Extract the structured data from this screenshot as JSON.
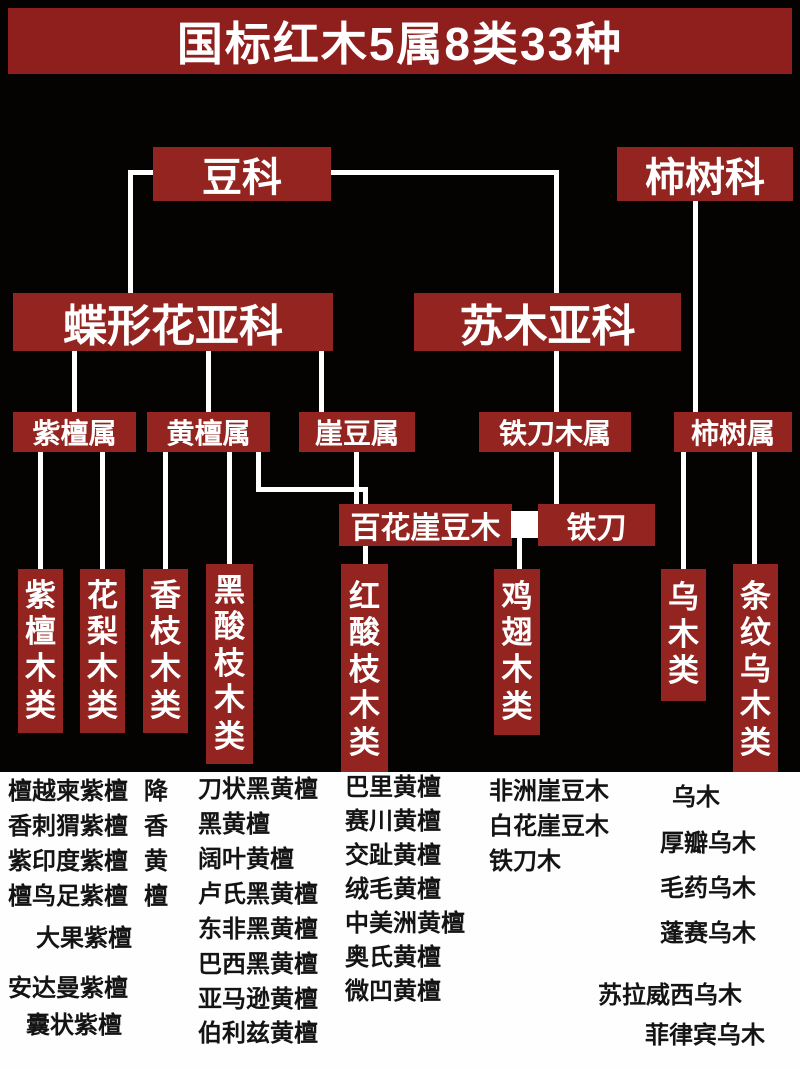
{
  "title": "国标红木5属8类33种",
  "colors": {
    "title_red": "#8e1f1d",
    "box_red": "#932420",
    "background": "#050202",
    "line_white": "#ffffff",
    "bottom_bg": "#fefefe",
    "bottom_text": "#141414"
  },
  "tree": {
    "family_legume": "豆科",
    "family_persimmon": "柿树科",
    "subfamily_papilionoideae": "蝶形花亚科",
    "subfamily_caesalpinioideae": "苏木亚科",
    "genus_pterocarpus": "紫檀属",
    "genus_dalbergia": "黄檀属",
    "genus_millettia": "崖豆属",
    "genus_senna": "铁刀木属",
    "genus_diospyros": "柿树属",
    "node_baihua_yadoumu": "百花崖豆木",
    "node_tiedao": "铁刀",
    "cat_zitan": "紫檀木类",
    "cat_huali": "花梨木类",
    "cat_xiangzhi": "香枝木类",
    "cat_heisuanzhi": "黑酸枝木类",
    "cat_hongsuanzhi": "红酸枝木类",
    "cat_jichi": "鸡翅木类",
    "cat_wumu": "乌木类",
    "cat_tiaowen_wumu": "条纹乌木类"
  },
  "species": {
    "zitan_vertical_chars": [
      "檀",
      "香",
      "紫",
      "檀"
    ],
    "xiangzhi_vertical_chars": [
      "降",
      "香",
      "黄",
      "檀"
    ],
    "huali": [
      "越柬紫檀",
      "刺猬紫檀",
      "印度紫檀",
      "鸟足紫檀",
      "大果紫檀",
      "安达曼紫檀",
      "囊状紫檀"
    ],
    "heisuanzhi": [
      "刀状黑黄檀",
      "黑黄檀",
      "阔叶黄檀",
      "卢氏黑黄檀",
      "东非黑黄檀",
      "巴西黑黄檀",
      "亚马逊黄檀",
      "伯利兹黄檀"
    ],
    "hongsuanzhi": [
      "巴里黄檀",
      "赛川黄檀",
      "交趾黄檀",
      "绒毛黄檀",
      "中美洲黄檀",
      "奥氏黄檀",
      "微凹黄檀"
    ],
    "jichi": [
      "非洲崖豆木",
      "白花崖豆木",
      "铁刀木"
    ],
    "wumu": [
      "乌木",
      "厚瓣乌木",
      "毛药乌木",
      "蓬赛乌木"
    ],
    "tiaowen_wumu": [
      "苏拉威西乌木",
      "菲律宾乌木"
    ]
  }
}
